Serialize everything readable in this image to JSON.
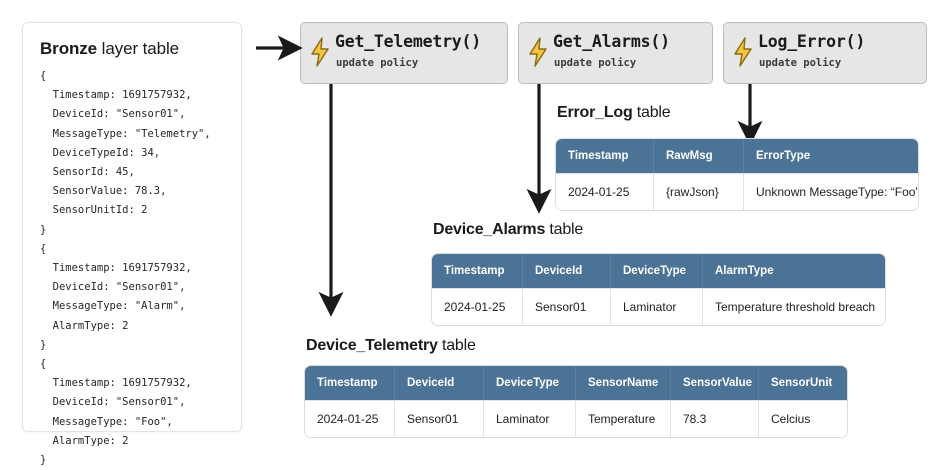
{
  "bronze_panel": {
    "title_bold": "Bronze",
    "title_rest": " layer table",
    "json_text": "{\n  Timestamp: 1691757932,\n  DeviceId: \"Sensor01\",\n  MessageType: \"Telemetry\",\n  DeviceTypeId: 34,\n  SensorId: 45,\n  SensorValue: 78.3,\n  SensorUnitId: 2\n}\n{\n  Timestamp: 1691757932,\n  DeviceId: \"Sensor01\",\n  MessageType: \"Alarm\",\n  AlarmType: 2\n}\n{\n  Timestamp: 1691757932,\n  DeviceId: \"Sensor01\",\n  MessageType: \"Foo\",\n  AlarmType: 2\n}"
  },
  "functions": [
    {
      "name": "Get_Telemetry()",
      "subtitle": "update policy",
      "icon": "lightning-bolt-icon"
    },
    {
      "name": "Get_Alarms()",
      "subtitle": "update policy",
      "icon": "lightning-bolt-icon"
    },
    {
      "name": "Log_Error()",
      "subtitle": "update policy",
      "icon": "lightning-bolt-icon"
    }
  ],
  "tables": {
    "error_log": {
      "title_bold": "Error_Log",
      "title_rest": " table",
      "columns": [
        "Timestamp",
        "RawMsg",
        "ErrorType"
      ],
      "rows": [
        [
          "2024-01-25",
          "{rawJson}",
          "Unknown MessageType: “Foo”"
        ]
      ]
    },
    "device_alarms": {
      "title_bold": "Device_Alarms",
      "title_rest": " table",
      "columns": [
        "Timestamp",
        "DeviceId",
        "DeviceType",
        "AlarmType"
      ],
      "rows": [
        [
          "2024-01-25",
          "Sensor01",
          "Laminator",
          "Temperature threshold breach"
        ]
      ]
    },
    "device_telemetry": {
      "title_bold": "Device_Telemetry",
      "title_rest": " table",
      "columns": [
        "Timestamp",
        "DeviceId",
        "DeviceType",
        "SensorName",
        "SensorValue",
        "SensorUnit"
      ],
      "rows": [
        [
          "2024-01-25",
          "Sensor01",
          "Laminator",
          "Temperature",
          "78.3",
          "Celcius"
        ]
      ]
    }
  },
  "colors": {
    "table_header_bg": "#4b7395",
    "function_box_bg": "#e6e6e6",
    "function_box_border": "#bdbdbd",
    "bolt_fill": "#f5c445",
    "arrow_stroke": "#1a1a1a",
    "panel_border": "#e3e3e3"
  }
}
